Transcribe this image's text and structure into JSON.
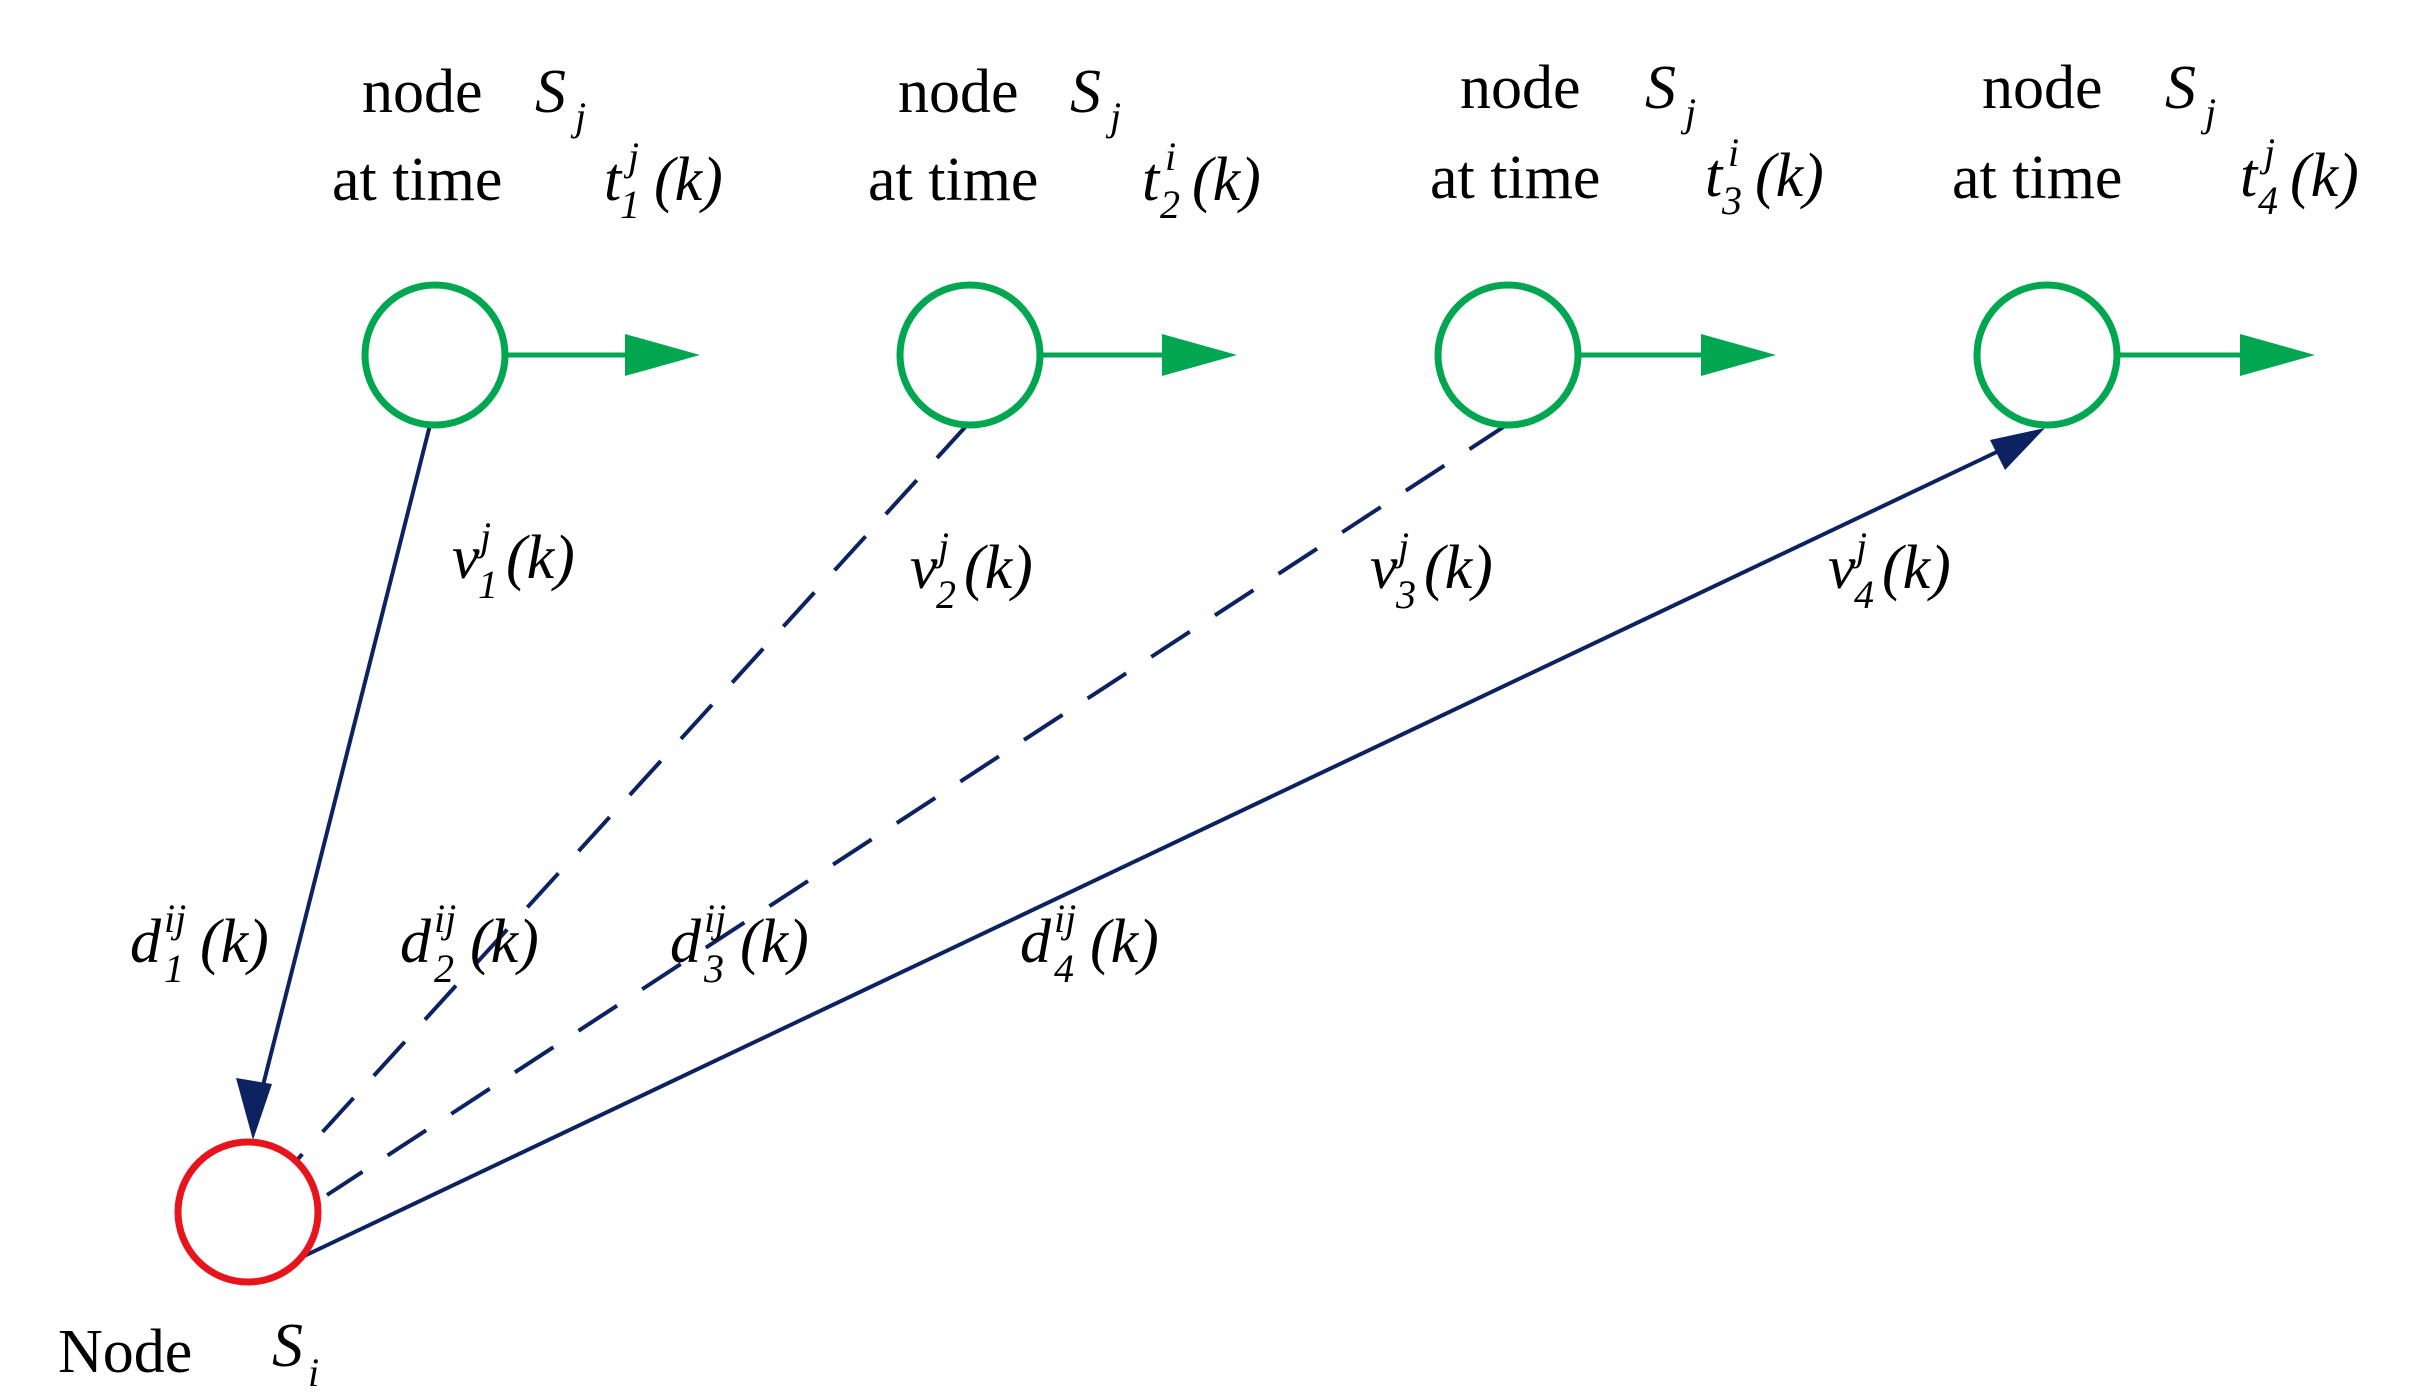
{
  "colors": {
    "neighbor_node": "#00a650",
    "local_node": "#e8141c",
    "link": "#0d2260",
    "text": "#000000"
  },
  "neighbor_nodes": [
    {
      "label_line1": "node",
      "node_symbol": "S",
      "node_sub": "j",
      "label_line2": "at time",
      "time_symbol": "t",
      "time_sup": "j",
      "time_sub": "1",
      "time_arg": "(k)",
      "velocity_symbol": "v",
      "velocity_sup": "j",
      "velocity_sub": "1",
      "velocity_arg": "(k)"
    },
    {
      "label_line1": "node",
      "node_symbol": "S",
      "node_sub": "j",
      "label_line2": "at time",
      "time_symbol": "t",
      "time_sup": "i",
      "time_sub": "2",
      "time_arg": "(k)",
      "velocity_symbol": "v",
      "velocity_sup": "j",
      "velocity_sub": "2",
      "velocity_arg": "(k)"
    },
    {
      "label_line1": "node",
      "node_symbol": "S",
      "node_sub": "j",
      "label_line2": "at time",
      "time_symbol": "t",
      "time_sup": "i",
      "time_sub": "3",
      "time_arg": "(k)",
      "velocity_symbol": "v",
      "velocity_sup": "j",
      "velocity_sub": "3",
      "velocity_arg": "(k)"
    },
    {
      "label_line1": "node",
      "node_symbol": "S",
      "node_sub": "j",
      "label_line2": "at time",
      "time_symbol": "t",
      "time_sup": "j",
      "time_sub": "4",
      "time_arg": "(k)",
      "velocity_symbol": "v",
      "velocity_sup": "j",
      "velocity_sub": "4",
      "velocity_arg": "(k)"
    }
  ],
  "distances": [
    {
      "symbol": "d",
      "sup": "ij",
      "sub": "1",
      "arg": "(k)",
      "style": "solid"
    },
    {
      "symbol": "d",
      "sup": "ij",
      "sub": "2",
      "arg": "(k)",
      "style": "dashed"
    },
    {
      "symbol": "d",
      "sup": "ij",
      "sub": "3",
      "arg": "(k)",
      "style": "dashed"
    },
    {
      "symbol": "d",
      "sup": "ij",
      "sub": "4",
      "arg": "(k)",
      "style": "solid"
    }
  ],
  "local_node": {
    "label": "Node",
    "symbol": "S",
    "sub": "i"
  }
}
